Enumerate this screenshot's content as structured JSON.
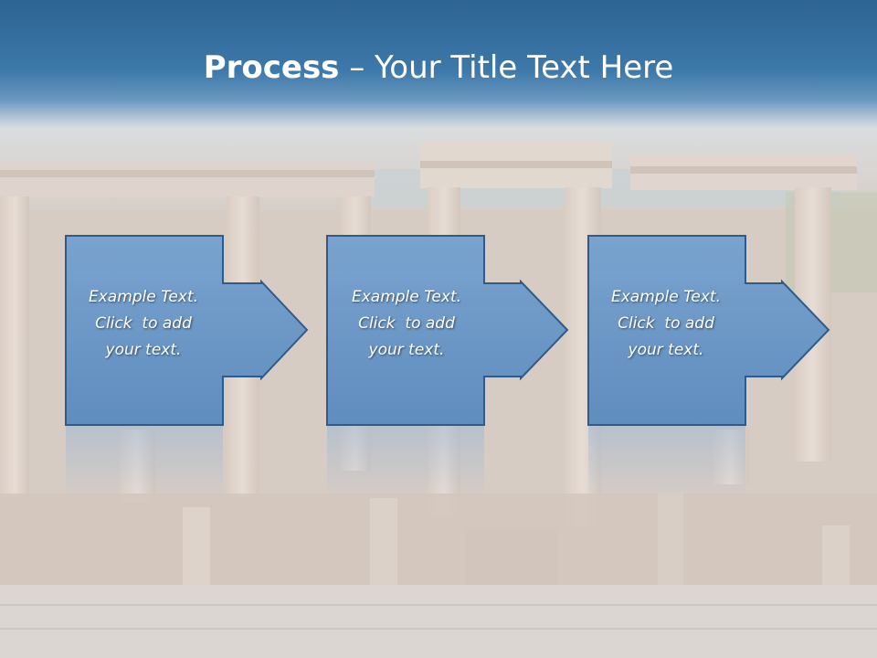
{
  "slide": {
    "title_bold": "Process",
    "title_rest": " – Your Title Text Here"
  },
  "steps": [
    {
      "line1": "Example Text.",
      "line2": "Click  to add",
      "line3": "your text."
    },
    {
      "line1": "Example Text.",
      "line2": "Click  to add",
      "line3": "your text."
    },
    {
      "line1": "Example Text.",
      "line2": "Click  to add",
      "line3": "your text."
    }
  ],
  "colors": {
    "title_band": "#3c78a9",
    "box_fill": "#6a96c4",
    "box_border": "#2f5b8a",
    "text": "#ffffff"
  }
}
